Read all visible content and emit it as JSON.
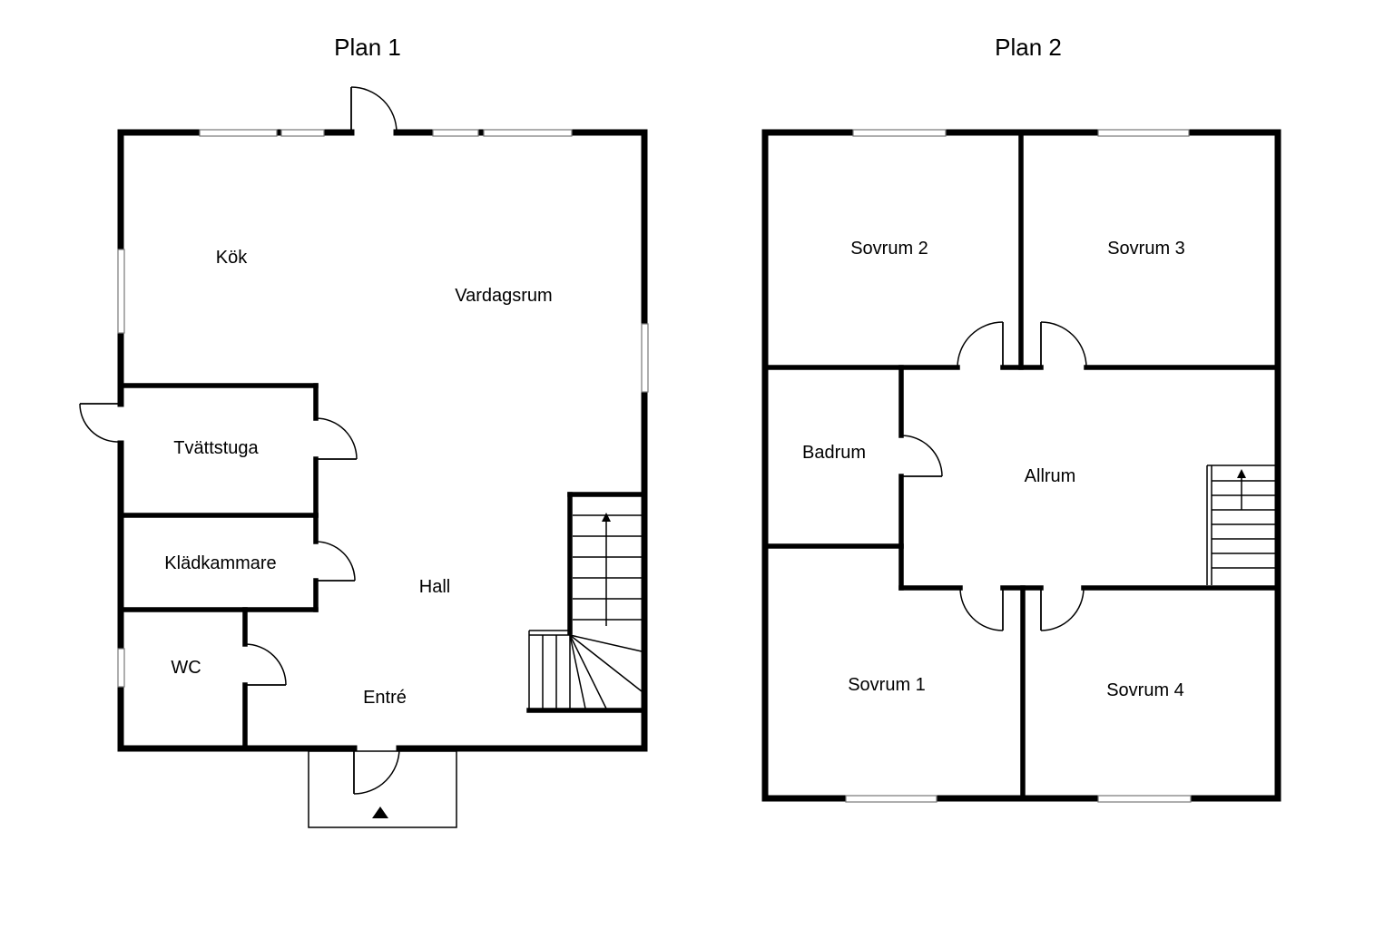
{
  "colors": {
    "wall": "#000000",
    "background": "#ffffff",
    "window": "#777777"
  },
  "plan1": {
    "title": "Plan 1",
    "rooms": {
      "kok": "Kök",
      "vardagsrum": "Vardagsrum",
      "tvattstuga": "Tvättstuga",
      "kladkammare": "Klädkammare",
      "hall": "Hall",
      "wc": "WC",
      "entre": "Entré"
    }
  },
  "plan2": {
    "title": "Plan 2",
    "rooms": {
      "sovrum2": "Sovrum 2",
      "sovrum3": "Sovrum 3",
      "badrum": "Badrum",
      "allrum": "Allrum",
      "sovrum1": "Sovrum 1",
      "sovrum4": "Sovrum 4"
    }
  }
}
